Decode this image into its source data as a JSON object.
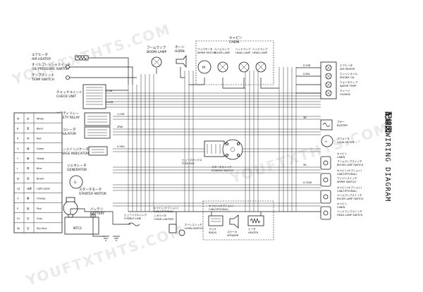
{
  "title": {
    "japanese": "配線図",
    "english": "WIRING DIAGRAM"
  },
  "watermark": "YOUFTXTHTS.COM",
  "left_components": [
    {
      "jp": "エアヒータ",
      "en": "AIR HEATER"
    },
    {
      "jp": "オイルプレッシャスイッチ",
      "en": "OIL PRESSURE SWITCH"
    },
    {
      "jp": "テンプスイッチ",
      "en": "TEMP SWITCH"
    },
    {
      "jp": "チェックユニット",
      "en": "CHECK UNIT"
    },
    {
      "jp": "セフティリレー",
      "en": "SAFETY RELAY"
    },
    {
      "jp": "レギュレータ",
      "en": "REGULATOR"
    },
    {
      "jp": "チャージインジケータ",
      "en": "CHARGE INDICATOR"
    },
    {
      "jp": "ジェネレータ",
      "en": "GENERATOR"
    },
    {
      "jp": "スタータモータ",
      "en": "STARTER MOTOR"
    },
    {
      "jp": "バッテリ",
      "en": "BATTERY"
    }
  ],
  "top_components": [
    {
      "jp": "ブームランプ",
      "en": "BOOM LAMP"
    },
    {
      "jp": "ホーン",
      "en": "HORN"
    },
    {
      "jp": "ワイパモータ",
      "en": "WIPER MOTOR"
    },
    {
      "jp": "ルームランプ",
      "en": "ROOM LAMP"
    },
    {
      "jp": "ヘッドランプ",
      "en": "HEAD LAMP"
    },
    {
      "jp": "ヘッドランプ",
      "en": "HEAD LAMP"
    }
  ],
  "cabin_label": {
    "jp": "キャビン",
    "en": "CABIN"
  },
  "right_components": [
    {
      "jp": "エアヒータ",
      "en": "AIR HEATER"
    },
    {
      "jp": "エンジンオイル",
      "en": "ENGINE OIL"
    },
    {
      "jp": "ウォータテンプ",
      "en": "WATER TEMP"
    },
    {
      "jp": "チャージ",
      "en": "CHARGE"
    },
    {
      "jp": "ブザー",
      "en": "BUZZER"
    },
    {
      "jp": "アワメータ",
      "en": "HOUR METER"
    },
    {
      "jp": "ブームランプスイッチ",
      "en": "BOOM LAMP SWITCH"
    },
    {
      "jp": "ワイパースイッチ",
      "en": "WIPER SWITCH"
    },
    {
      "jp": "ルームランプスイッチ",
      "en": "ROOM LAMP SWITCH"
    },
    {
      "jp": "ヘッドランプスイッチ",
      "en": "HEAD LAMP SWITCH"
    }
  ],
  "right_component_tags": [
    {
      "jp": "キャビン",
      "en": "CABIN"
    },
    {
      "jp": "キャビン(オプション)",
      "en": "CAB(OPTIONAL)"
    },
    {
      "jp": "キャビン(オプション)",
      "en": "CAB(OPTIONAL)"
    },
    {
      "jp": "キャビン",
      "en": "CABIN"
    }
  ],
  "center_components": [
    {
      "jp": "ヒューズボックス",
      "en": "FUSE BOX"
    },
    {
      "jp": "スタータスイッチ",
      "en": "STARTER SWITCH"
    }
  ],
  "bottom_components": [
    {
      "jp": "ヒュージブルリンク",
      "en": "FUSIBLE LINK"
    },
    {
      "jp": "キャビン(オプション)",
      "en": "CAB(OPTIONAL)"
    },
    {
      "jp": "シガライタ",
      "en": "CIGAR LIGHTER"
    },
    {
      "jp": "ホーンスイッチ",
      "en": "HORN SWITCH"
    },
    {
      "jp": "キャビン(オプション)",
      "en": "CAB(OPTIONAL)"
    },
    {
      "jp": "ラジオ",
      "en": "RADIO"
    },
    {
      "jp": "スピーカ",
      "en": "SPEAKER"
    },
    {
      "jp": "ヒータ",
      "en": "HEATER"
    }
  ],
  "battery_tag": "NTC2",
  "color_code_table": [
    {
      "code": "W",
      "jp": "白",
      "en": "White"
    },
    {
      "code": "B",
      "jp": "黒",
      "en": "Black"
    },
    {
      "code": "R",
      "jp": "赤",
      "en": "Red"
    },
    {
      "code": "G",
      "jp": "緑",
      "en": "Green"
    },
    {
      "code": "Y",
      "jp": "黄",
      "en": "Yellow"
    },
    {
      "code": "L",
      "jp": "青",
      "en": "Blue"
    },
    {
      "code": "Br",
      "jp": "茶",
      "en": "Brown"
    },
    {
      "code": "Lg",
      "jp": "淡緑",
      "en": "Light green"
    },
    {
      "code": "O",
      "jp": "橙",
      "en": "Orange"
    },
    {
      "code": "P",
      "jp": "桃",
      "en": "Pink"
    },
    {
      "code": "Gr",
      "jp": "灰",
      "en": "Gray"
    },
    {
      "code": "Sb",
      "jp": "空",
      "en": "Sky blue"
    }
  ],
  "wire_gauge_notes": [
    "0.5W",
    "0.85B",
    "1.25R",
    "2RW",
    "0.5RG",
    "0.5YB",
    "0.85L",
    "3R",
    "5R",
    "0.5GW"
  ]
}
